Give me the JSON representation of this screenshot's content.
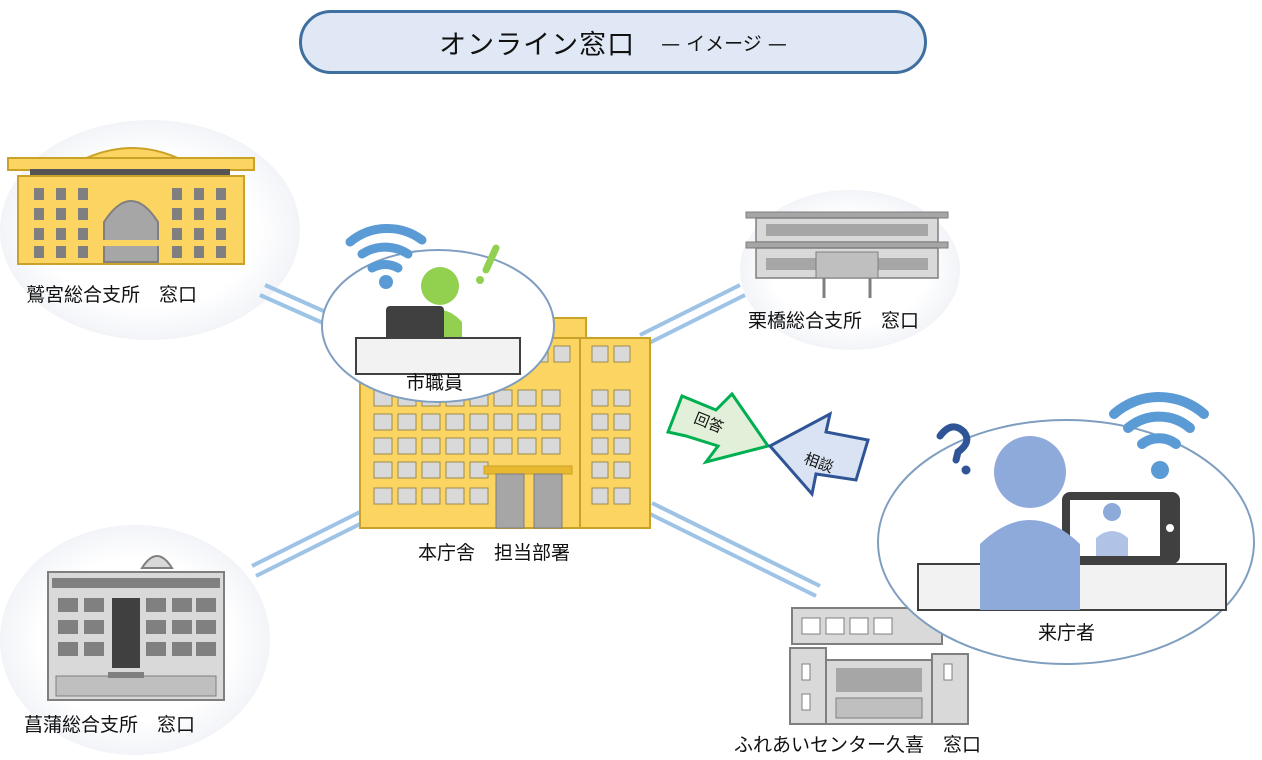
{
  "title": {
    "main": "オンライン窓口",
    "sub": "— イメージ —"
  },
  "labels": {
    "washinomiya": "鷲宮総合支所　窓口",
    "kurihashi": "栗橋総合支所　窓口",
    "shobu": "菖蒲総合支所　窓口",
    "fureai": "ふれあいセンター久喜　窓口",
    "honchosha": "本庁舎　担当部署",
    "staff": "市職員",
    "visitor": "来庁者"
  },
  "arrows": {
    "answer": "回答",
    "consult": "相談"
  },
  "colors": {
    "pill_border": "#3f6fa0",
    "pill_fill": "#dfe8f4",
    "city_hall": "#fcd462",
    "wifi": "#5b9bd5",
    "staff": "#92d050",
    "visitor": "#8eaadb",
    "answer_fill": "#e2f0d9",
    "answer_border": "#00b050",
    "consult_fill": "#dae3f3",
    "consult_border": "#2f5597"
  },
  "icons": [
    "wifi-icon",
    "exclamation-icon",
    "question-icon",
    "laptop-icon",
    "smartphone-icon",
    "person-icon"
  ]
}
